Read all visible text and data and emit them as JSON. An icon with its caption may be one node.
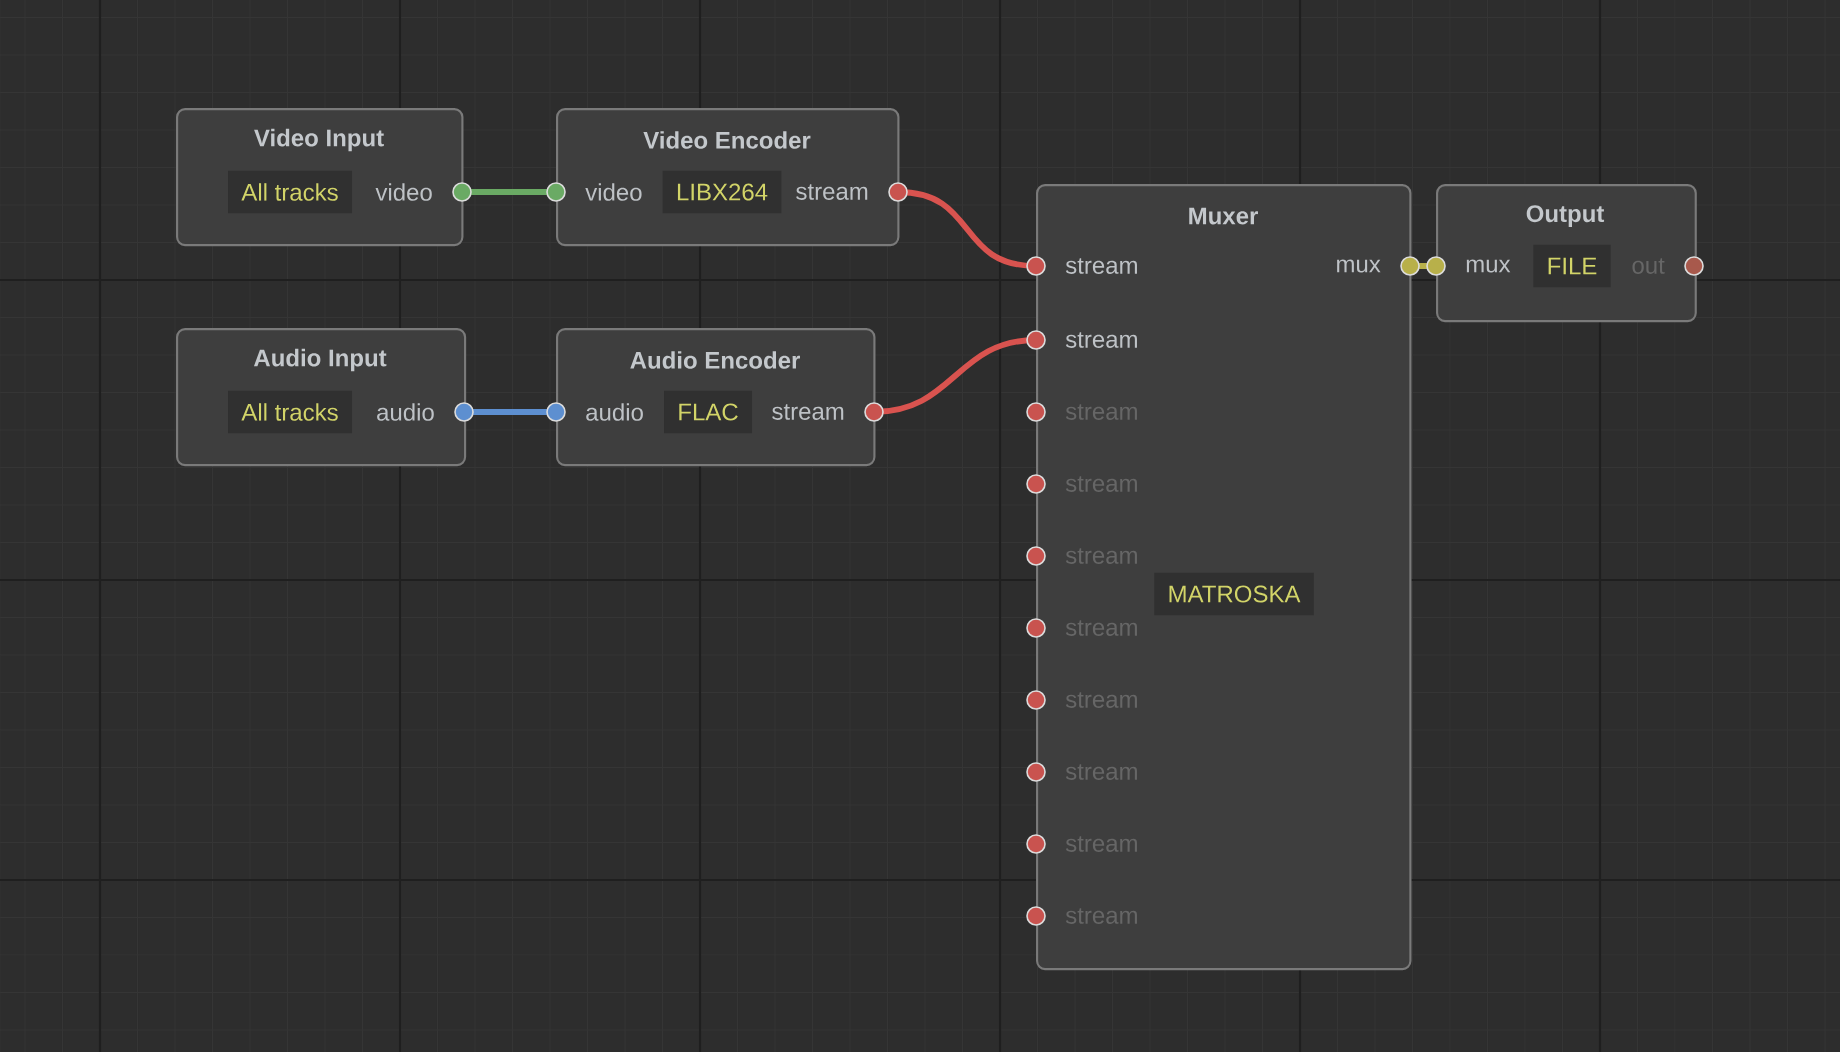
{
  "diagram": {
    "nodes": [
      {
        "text": [
          "Video Input",
          "video"
        ]
      },
      {
        "text": [
          "All tracks"
        ],
        "in": 0
      },
      {
        "text": [
          "Video Encoder",
          "video",
          "stream"
        ]
      },
      {
        "text": [
          "LIBX264"
        ],
        "in": 2
      },
      {
        "text": [
          "Audio Input",
          "audio"
        ]
      },
      {
        "text": [
          "All tracks"
        ],
        "in": 4
      },
      {
        "text": [
          "Audio Encoder",
          "audio",
          "stream"
        ]
      },
      {
        "text": [
          "FLAC"
        ],
        "in": 6
      },
      {
        "text": [
          "Muxer",
          "stream",
          "stream",
          "stream",
          "stream",
          "stream",
          "stream",
          "stream",
          "stream",
          "stream",
          "stream",
          "mux"
        ]
      },
      {
        "text": [
          "MATROSKA"
        ],
        "in": 8
      },
      {
        "text": [
          "Output",
          "mux",
          "out"
        ]
      },
      {
        "text": [
          "FILE"
        ],
        "in": 10
      }
    ],
    "edges": [
      {
        "from": 0,
        "to": 2,
        "arrow": "other",
        "color": "#6aaa64"
      },
      {
        "from": 4,
        "to": 6,
        "arrow": "other",
        "color": "#5d8fd0"
      },
      {
        "from": 2,
        "to": 8,
        "arrow": "other"
      },
      {
        "from": 6,
        "to": 8,
        "arrow": "other"
      },
      {
        "from": 8,
        "to": 10,
        "arrow": "other",
        "color": "#b8b04a"
      }
    ]
  }
}
